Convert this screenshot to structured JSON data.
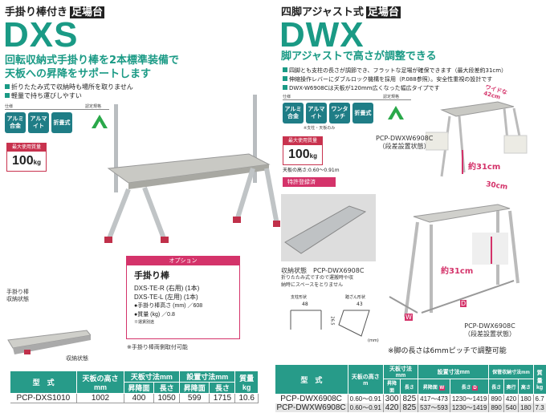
{
  "dxs": {
    "kicker": "手掛り棒付き",
    "tag": "足場台",
    "model": "DXS",
    "lead": [
      "回転収納式手掛り棒を2本標準装備で",
      "天板への昇降をサポートします"
    ],
    "bullets": [
      "折りたたみ式で収納時も場所を取りません",
      "軽量で持ち運びしやすい"
    ],
    "spec_label": "仕様",
    "cert_label": "認定規格",
    "badges": [
      "アルミ合金",
      "アルマイト",
      "折畳式"
    ],
    "max_load_label": "最大使用質量",
    "max_load": "100",
    "max_load_unit": "kg",
    "caption_handrail": [
      "手掛り棒",
      "収納状態"
    ],
    "caption_storage": "収納状態",
    "option": {
      "header": "オプション",
      "title": "手掛り棒",
      "items": [
        "DXS-TE-R (右用) (1本)",
        "DXS-TE-L (左用) (1本)",
        "●手掛り棒高さ (mm) ／608",
        "●質量 (kg) ／0.8"
      ],
      "note": "※運賃別途"
    },
    "note": "※手掛り棒両側取付可能",
    "table": {
      "headers": {
        "model": "型　式",
        "height": "天板の高さ",
        "height_unit": "mm",
        "top": "天板寸法mm",
        "install": "設置寸法mm",
        "weight": "質量",
        "weight_unit": "kg",
        "sub": [
          "昇降面",
          "長さ",
          "昇降面",
          "長さ"
        ]
      },
      "rows": [
        [
          "PCP-DXS1010",
          "1002",
          "400",
          "1050",
          "599",
          "1715",
          "10.6"
        ]
      ]
    }
  },
  "dwx": {
    "kicker": "四脚アジャスト式",
    "tag": "足場台",
    "model": "DWX",
    "lead": "脚アジャストで高さが調整できる",
    "bullets": [
      "四脚とも支柱の長さが調節でき、フラットな足場が確保できます（最大段差約31cm）",
      "伸縮操作レバーにダブルロック機構を採用（P.088参照）。安全性重視の設計です",
      "DWX-W6908Cは天板が120mm広くなった幅広タイプです"
    ],
    "spec_label": "仕様",
    "cert_label": "認定規格",
    "badges": [
      "アルミ合金",
      "アルマイト",
      "ワンタッチ",
      "折畳式"
    ],
    "badge_note": "※支柱・天板のみ",
    "max_load_label": "最大使用質量",
    "max_load": "100",
    "max_load_unit": "kg",
    "height_range": "天板の高さ:0.60～0.91m",
    "patent": "特許登録済",
    "wide_label": [
      "ワイドな",
      "42cm"
    ],
    "photo1_caption": [
      "PCP-DWXW6908C",
      "（段差設置状態）"
    ],
    "step31": "約31cm",
    "storage_caption": [
      "収納状態　PCP-DWX6908C",
      "折りたたみ式ですので運搬時や収",
      "納時にスペースをとりません"
    ],
    "profile_labels": {
      "post": "支柱形状",
      "post_w": "48",
      "post_h": "26.5",
      "step": "踏ざん形状",
      "step_w": "43",
      "unit": "(mm)"
    },
    "dim30": "30cm",
    "dim_w": "W",
    "dim_d": "D",
    "photo2_caption": [
      "PCP-DWX6908C",
      "（段差設置状態）"
    ],
    "pitch_note": "※脚の長さは6mmピッチで調整可能",
    "table": {
      "headers": {
        "model": "型　式",
        "height": "天板の高さ",
        "height_unit": "m",
        "top": "天板寸法mm",
        "install": "設置寸法mm",
        "storage": "保管収納寸法mm",
        "weight": "質量",
        "weight_unit": "kg",
        "sub": [
          "昇降面",
          "長さ",
          "昇降面",
          "長さ",
          "長さ",
          "奥行",
          "高さ"
        ]
      },
      "rows": [
        [
          "PCP-DWX6908C",
          "0.60～0.91",
          "300",
          "825",
          "417～473",
          "1230～1419",
          "890",
          "420",
          "180",
          "6.7"
        ],
        [
          "PCP-DWXW6908C",
          "0.60～0.91",
          "420",
          "825",
          "537～593",
          "1230～1419",
          "890",
          "540",
          "180",
          "7.3"
        ]
      ]
    }
  },
  "colors": {
    "teal": "#1a9a85",
    "pink": "#d4336a",
    "header": "#279b89"
  }
}
